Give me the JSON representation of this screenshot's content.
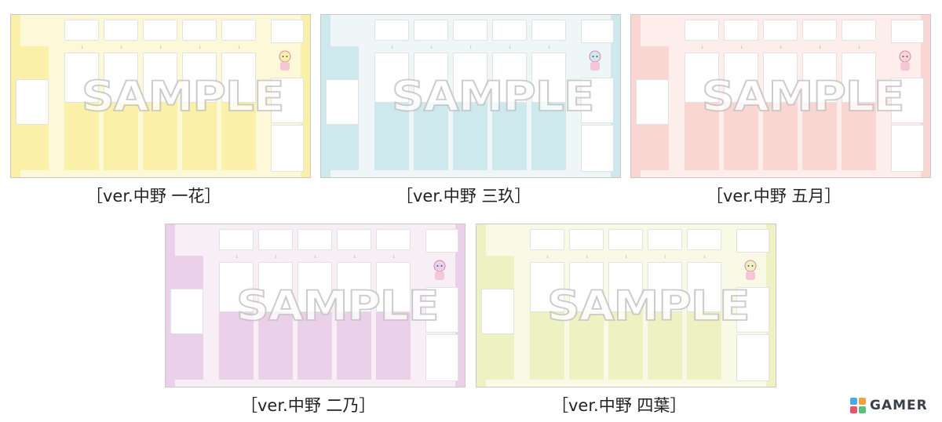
{
  "mats": [
    {
      "caption": "［ver.中野 一花］",
      "bg": "#fdf8d8",
      "accent": "#fbf0a8",
      "watermark": "SAMPLE"
    },
    {
      "caption": "［ver.中野 三玖］",
      "bg": "#eef6f8",
      "accent": "#cde9ee",
      "watermark": "SAMPLE"
    },
    {
      "caption": "［ver.中野 五月］",
      "bg": "#fdeeec",
      "accent": "#f9d6d2",
      "watermark": "SAMPLE"
    },
    {
      "caption": "［ver.中野 二乃］",
      "bg": "#f7eef6",
      "accent": "#ead0e8",
      "watermark": "SAMPLE"
    },
    {
      "caption": "［ver.中野 四葉］",
      "bg": "#f8fae6",
      "accent": "#eef2c2",
      "watermark": "SAMPLE"
    }
  ],
  "logo": {
    "word": "GAMER"
  }
}
